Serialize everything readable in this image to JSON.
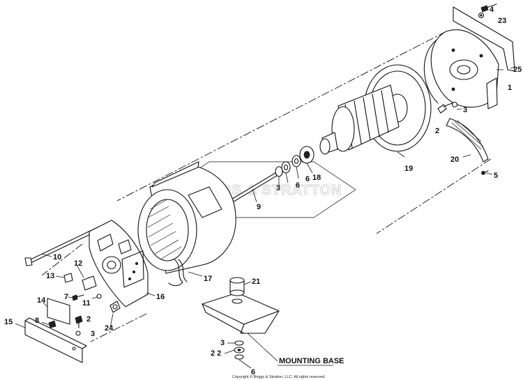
{
  "diagram": {
    "watermark": "BRIGGS & STRATTON",
    "copyright": "Copyright © Briggs & Stratton, LLC. All rights reserved.",
    "mounting_base_label": "MOUNTING BASE",
    "callouts": {
      "c1": "1",
      "c2a": "2",
      "c2b": "2",
      "c3a": "3",
      "c3b": "3",
      "c3c": "3",
      "c3d": "3",
      "c4": "4",
      "c5": "5",
      "c6a": "6",
      "c6b": "6",
      "c6c": "6",
      "c7": "7",
      "c8": "8",
      "c9": "9",
      "c10": "10",
      "c11": "11",
      "c12": "12",
      "c13": "13",
      "c14": "14",
      "c15": "15",
      "c16": "16",
      "c17": "17",
      "c18": "18",
      "c19": "19",
      "c20": "20",
      "c21": "21",
      "c22": "2 2",
      "c23": "23",
      "c24": "24",
      "c25": "25"
    }
  }
}
